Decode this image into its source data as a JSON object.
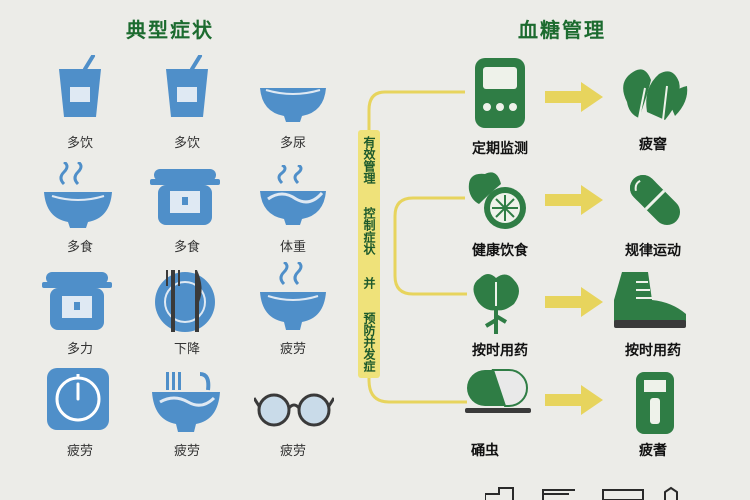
{
  "left_title": "典型症状",
  "right_title": "血糖管理",
  "symptoms": [
    {
      "icon": "cup-icon",
      "label": "多饮"
    },
    {
      "icon": "cup-icon",
      "label": "多饮"
    },
    {
      "icon": "bowl-icon",
      "label": "多尿"
    },
    {
      "icon": "steaming-bowl-icon",
      "label": "多食"
    },
    {
      "icon": "rice-cooker-icon",
      "label": "多食"
    },
    {
      "icon": "noodle-bowl-icon",
      "label": "体重"
    },
    {
      "icon": "rice-cooker-icon",
      "label": "多力"
    },
    {
      "icon": "plate-fork-knife-icon",
      "label": "下降"
    },
    {
      "icon": "steaming-bowl-icon",
      "label": "疲劳"
    },
    {
      "icon": "clock-icon",
      "label": "疲劳"
    },
    {
      "icon": "bowl-with-fork-icon",
      "label": "疲劳"
    },
    {
      "icon": "glasses-icon",
      "label": "疲劳"
    }
  ],
  "center_box": {
    "seg1": "有效管理",
    "seg2": "控制症状",
    "seg3": "并",
    "seg4": "预防并发症"
  },
  "management": [
    {
      "left_icon": "glucose-meter-icon",
      "left_label": "定期监测",
      "right_icon": "vegetable-icon",
      "right_label": "疲窨"
    },
    {
      "left_icon": "cucumber-food-icon",
      "left_label": "健康饮食",
      "right_icon": "capsule-icon",
      "right_label": "规律运动"
    },
    {
      "left_icon": "vegetable-icon",
      "left_label": "按时用药",
      "right_icon": "sneaker-icon",
      "right_label": "按时用药"
    },
    {
      "left_icon": "pill-icon",
      "left_label": "硧虫",
      "right_icon": "test-tube-icon",
      "right_label": "疲耆"
    }
  ],
  "colors": {
    "blue": "#4f8fc9",
    "green": "#2f7d45",
    "yellow": "#e7d45d",
    "title_green": "#1c6b2f",
    "box_yellow": "#efe27a"
  }
}
